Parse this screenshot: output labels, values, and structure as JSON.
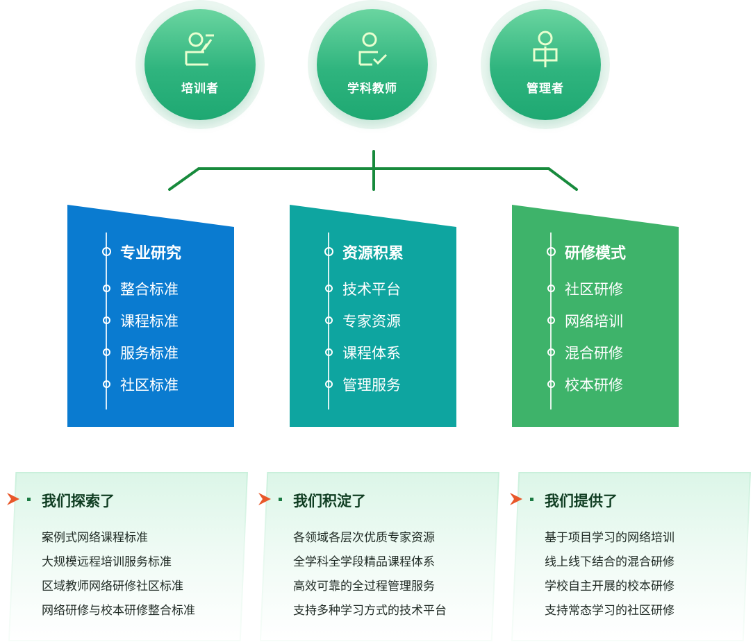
{
  "roles": [
    {
      "label": "培训者",
      "icon": "trainer-icon"
    },
    {
      "label": "学科教师",
      "icon": "teacher-check-icon"
    },
    {
      "label": "管理者",
      "icon": "manager-icon"
    }
  ],
  "cards": [
    {
      "title": "专业研究",
      "items": [
        "整合标准",
        "课程标准",
        "服务标准",
        "社区标准"
      ],
      "color": "#0a7bd0"
    },
    {
      "title": "资源积累",
      "items": [
        "技术平台",
        "专家资源",
        "课程体系",
        "管理服务"
      ],
      "color": "#0ea5a0"
    },
    {
      "title": "研修模式",
      "items": [
        "社区研修",
        "网络培训",
        "混合研修",
        "校本研修"
      ],
      "color": "#3eb36a"
    }
  ],
  "panels": [
    {
      "title": "我们探索了",
      "items": [
        "案例式网络课程标准",
        "大规模远程培训服务标准",
        "区域教师网络研修社区标准",
        "网络研修与校本研修整合标准"
      ]
    },
    {
      "title": "我们积淀了",
      "items": [
        "各领域各层次优质专家资源",
        "全学科全学段精品课程体系",
        "高效可靠的全过程管理服务",
        "支持多种学习方式的技术平台"
      ]
    },
    {
      "title": "我们提供了",
      "items": [
        "基于项目学习的网络培训",
        "线上线下结合的混合研修",
        "学校自主开展的校本研修",
        "支持常态学习的社区研修"
      ]
    }
  ],
  "colors": {
    "connector": "#178a3c",
    "arrow": "#e8582a",
    "roleGreen": "#2fb47e"
  }
}
